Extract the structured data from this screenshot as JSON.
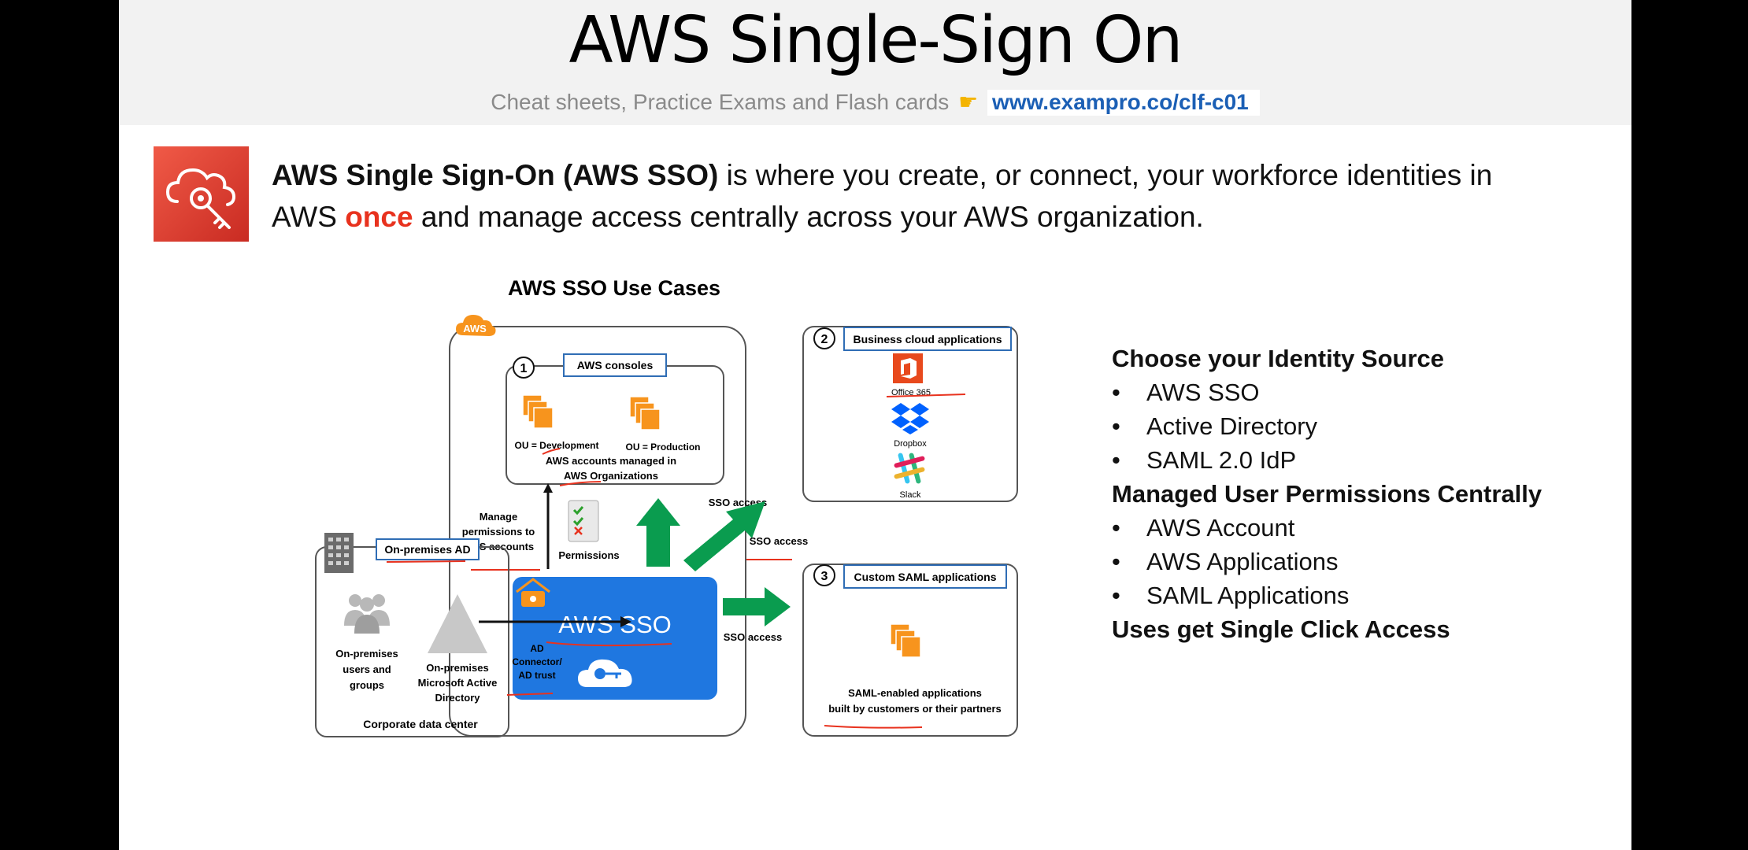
{
  "header": {
    "title": "AWS Single-Sign On",
    "subtitle_text": "Cheat sheets, Practice Exams and Flash cards",
    "subtitle_icon": "pointing-hand-icon",
    "subtitle_url": "www.exampro.co/clf-c01"
  },
  "intro": {
    "bold_part": "AWS Single Sign-On (AWS SSO)",
    "text_part1": " is where you create, or connect, your workforce identities in AWS ",
    "highlight": "once",
    "text_part2": " and manage access centrally across your AWS organization.",
    "icon": "cloud-key-icon"
  },
  "diagram": {
    "title": "AWS SSO Use Cases",
    "aws_badge": "AWS",
    "consoles": {
      "number": "1",
      "label": "AWS consoles",
      "ou_dev": "OU = Development",
      "ou_prod": "OU = Production",
      "managed_line1": "AWS accounts managed in",
      "managed_line2": "AWS Organizations"
    },
    "business": {
      "number": "2",
      "label": "Business cloud applications",
      "apps": [
        "Office 365",
        "Dropbox",
        "Slack"
      ]
    },
    "custom": {
      "number": "3",
      "label": "Custom SAML applications",
      "desc_line1": "SAML-enabled applications",
      "desc_line2": "built by customers or their partners"
    },
    "onprem": {
      "label": "On-premises AD",
      "users_l1": "On-premises",
      "users_l2": "users and",
      "users_l3": "groups",
      "ad_l1": "On-premises",
      "ad_l2": "Microsoft Active",
      "ad_l3": "Directory",
      "footer": "Corporate data center"
    },
    "connector": {
      "l1": "AD",
      "l2": "Connector/",
      "l3": "AD trust"
    },
    "manage": {
      "l1": "Manage",
      "l2": "permissions to",
      "l3": "AWS accounts"
    },
    "permissions": "Permissions",
    "sso_access": "SSO access",
    "sso_box": "AWS SSO"
  },
  "right_list": {
    "heading1": "Choose your Identity Source",
    "items1": [
      "AWS SSO",
      "Active Directory",
      "SAML 2.0 IdP"
    ],
    "heading2": "Managed User Permissions Centrally",
    "items2": [
      "AWS Account",
      "AWS Applications",
      "SAML Applications"
    ],
    "heading3": "Uses get Single Click Access",
    "bullet": "•"
  },
  "colors": {
    "accent_red": "#e8321e",
    "sso_blue": "#1f77e0",
    "arrow_green": "#0a9c4f",
    "aws_orange": "#f7941d",
    "url_blue": "#1b5fb5"
  }
}
